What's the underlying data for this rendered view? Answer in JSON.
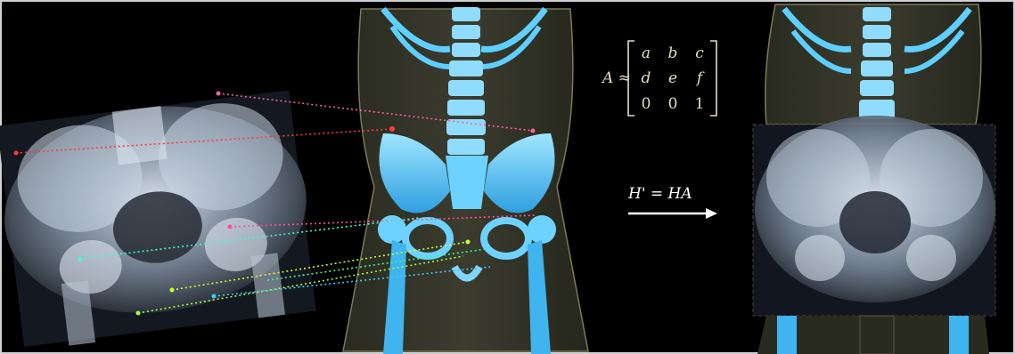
{
  "figure": {
    "matrix_label": "A ≈",
    "matrix": [
      [
        "a",
        "b",
        "c"
      ],
      [
        "d",
        "e",
        "f"
      ],
      [
        "0",
        "0",
        "1"
      ]
    ],
    "transform_formula": "H' = HA",
    "correspondence_colors": [
      "#ff5fa8",
      "#ff3a3a",
      "#ff4f9a",
      "#3cffd0",
      "#c8ff30",
      "#a0ff40",
      "#40c8ff",
      "#30ff90"
    ],
    "xray_tint": "#cfe0f0",
    "skeleton_tint": "#4fc3ff"
  }
}
